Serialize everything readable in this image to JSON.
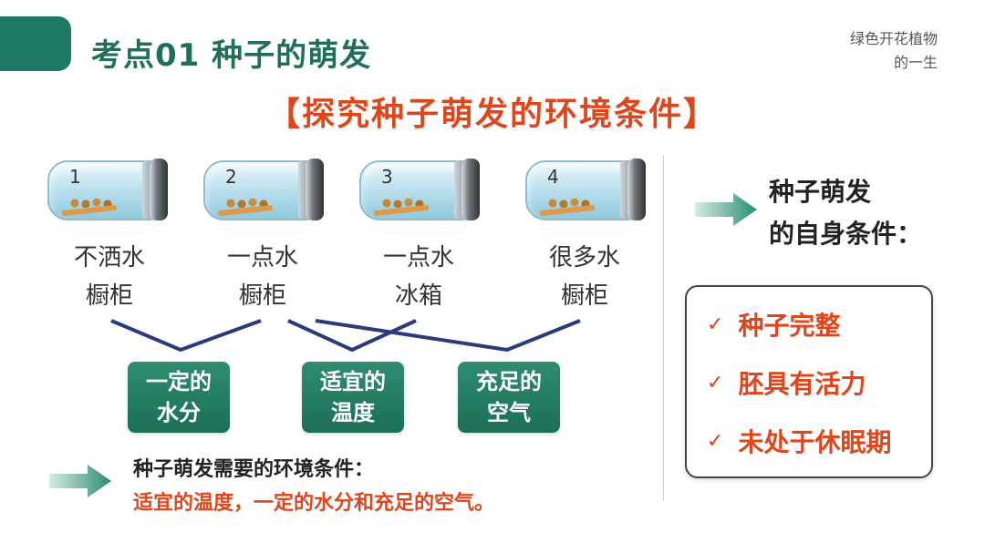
{
  "header": {
    "section_title": "考点01  种子的萌发",
    "chapter_line1": "绿色开花植物",
    "chapter_line2": "的一生"
  },
  "main_title": "【探究种子萌发的环境条件】",
  "jars": [
    {
      "number": "1",
      "label_line1": "不洒水",
      "label_line2": "橱柜"
    },
    {
      "number": "2",
      "label_line1": "一点水",
      "label_line2": "橱柜"
    },
    {
      "number": "3",
      "label_line1": "一点水",
      "label_line2": "冰箱"
    },
    {
      "number": "4",
      "label_line1": "很多水",
      "label_line2": "橱柜"
    }
  ],
  "conditions": [
    {
      "line1": "一定的",
      "line2": "水分"
    },
    {
      "line1": "适宜的",
      "line2": "温度"
    },
    {
      "line1": "充足的",
      "line2": "空气"
    }
  ],
  "summary": {
    "heading": "种子萌发需要的环境条件：",
    "body": "适宜的温度，一定的水分和充足的空气。"
  },
  "self_conditions": {
    "title_line1": "种子萌发",
    "title_line2": "的自身条件：",
    "check_symbol": "✓",
    "items": [
      "种子完整",
      "胚具有活力",
      "未处于休眠期"
    ]
  },
  "colors": {
    "accent_green": "#1f7a64",
    "accent_orange": "#e0461c",
    "connector_navy": "#2b3a7a"
  }
}
